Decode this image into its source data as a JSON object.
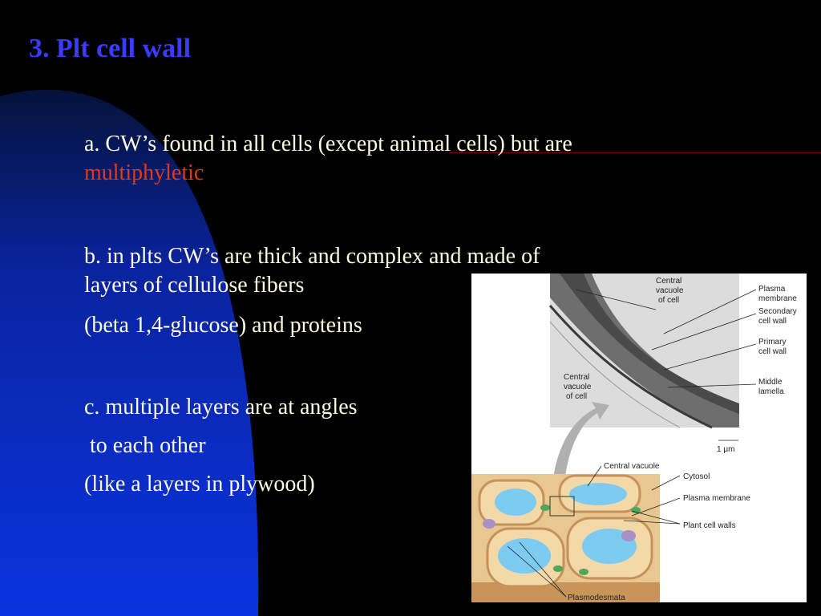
{
  "slide": {
    "title": "3. Plt cell wall",
    "colors": {
      "title": "#3b3bff",
      "text": "#fffde0",
      "highlight": "#e03a1a",
      "background": "#000000",
      "panel": "#0a2bd6"
    },
    "points": {
      "a_text": "a. CW’s found in all cells (except animal cells) but are",
      "a_highlight": "multiphyletic",
      "b_line1": "b. in plts CW’s are thick and complex and made of",
      "b_line2": "layers of cellulose fibers",
      "b_line3": "(beta 1,4-glucose) and proteins",
      "c_line1": "c. multiple layers are at angles",
      "c_line2": " to each other",
      "c_line3": "(like a layers in plywood)"
    }
  },
  "figure": {
    "micrograph_labels": {
      "central_vacuole_top_1": "Central",
      "central_vacuole_top_2": "vacuole",
      "central_vacuole_top_3": "of cell",
      "central_vacuole_left_1": "Central",
      "central_vacuole_left_2": "vacuole",
      "central_vacuole_left_3": "of cell",
      "plasma_membrane_1": "Plasma",
      "plasma_membrane_2": "membrane",
      "secondary_wall_1": "Secondary",
      "secondary_wall_2": "cell wall",
      "primary_wall_1": "Primary",
      "primary_wall_2": "cell wall",
      "middle_lamella_1": "Middle",
      "middle_lamella_2": "lamella",
      "scale": "1 μm"
    },
    "diagram_labels": {
      "central_vacuole": "Central vacuole",
      "cytosol": "Cytosol",
      "plasma_membrane": "Plasma membrane",
      "plant_cell_walls": "Plant cell walls",
      "plasmodesmata": "Plasmodesmata"
    }
  }
}
